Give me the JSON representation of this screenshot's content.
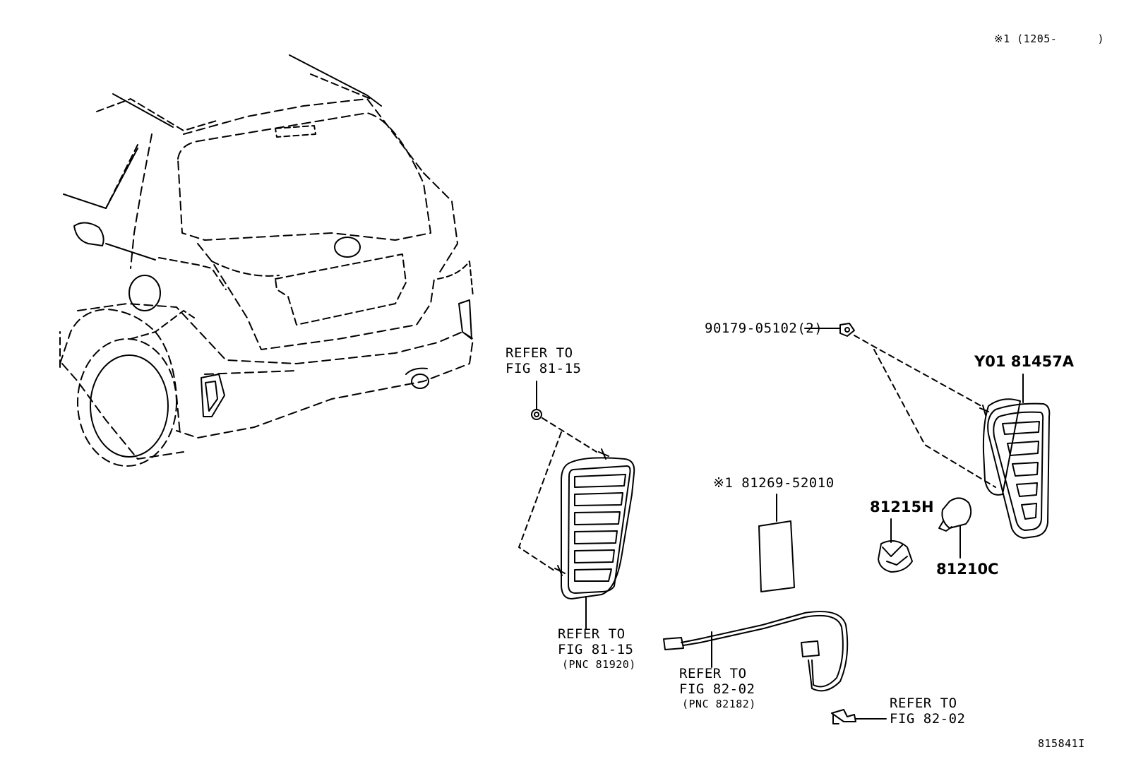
{
  "header_note": "※1 (1205-      )",
  "figure_id": "815841I",
  "labels": {
    "refer_fig_81_15_top": {
      "line1": "REFER TO",
      "line2": "FIG 81-15"
    },
    "refer_fig_81_15_bottom": {
      "line1": "REFER TO",
      "line2": "FIG 81-15",
      "line3": "(PNC 81920)"
    },
    "refer_fig_82_02_wire": {
      "line1": "REFER TO",
      "line2": "FIG 82-02",
      "line3": "(PNC 82182)"
    },
    "refer_fig_82_02_clip": {
      "line1": "REFER TO",
      "line2": "FIG 82-02"
    }
  },
  "parts": [
    {
      "id": "nut",
      "number": "90179-05102(2)"
    },
    {
      "id": "rear-combination-lamp",
      "number": "Y01 81457A"
    },
    {
      "id": "lamp-unit",
      "number": "※1 81269-52010"
    },
    {
      "id": "socket",
      "number": "81215H"
    },
    {
      "id": "bulb",
      "number": "81210C"
    }
  ]
}
